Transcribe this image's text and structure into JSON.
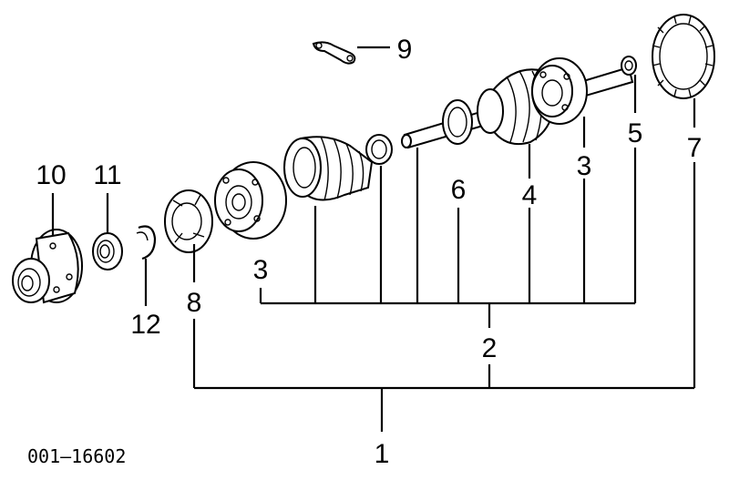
{
  "diagram": {
    "code": "001–16602",
    "callouts": [
      "1",
      "2",
      "3",
      "3",
      "4",
      "5",
      "6",
      "7",
      "8",
      "9",
      "10",
      "11",
      "12"
    ]
  }
}
